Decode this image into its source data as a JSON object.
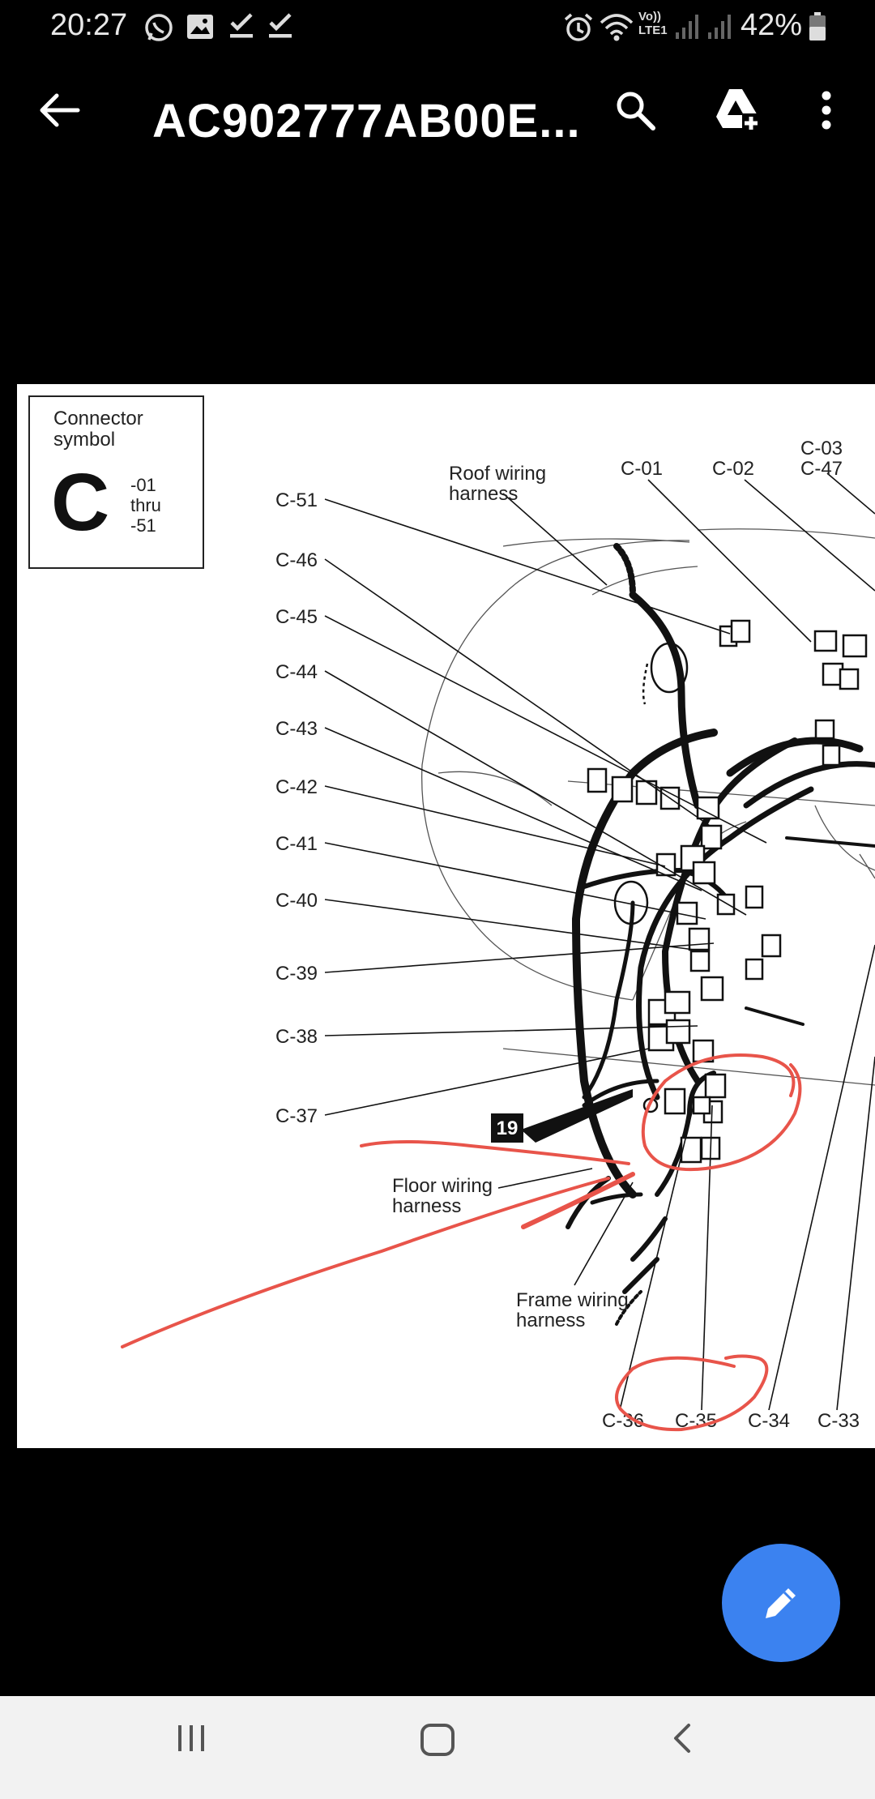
{
  "status_bar": {
    "time": "20:27",
    "battery_percent": "42%",
    "network_label_top": "Vo))",
    "network_label_bottom": "LTE1",
    "left_icons": [
      "whatsapp-icon",
      "image-icon",
      "check-download-icon",
      "check-download-icon"
    ],
    "right_icons": [
      "alarm-icon",
      "wifi-icon",
      "signal-icon",
      "signal-icon",
      "battery-icon"
    ]
  },
  "app_bar": {
    "title": "AC902777AB00E...",
    "icons": [
      "back-arrow-icon",
      "search-icon",
      "drive-add-icon",
      "more-vert-icon"
    ]
  },
  "document": {
    "connector_box": {
      "title_line1": "Connector",
      "title_line2": "symbol",
      "letter": "C",
      "range_line1": "-01",
      "range_line2": "thru",
      "range_line3": "-51"
    },
    "labels": {
      "roof1": "Roof wiring",
      "roof2": "harness",
      "floor1": "Floor wiring",
      "floor2": "harness",
      "frame1": "Frame wiring",
      "frame2": "harness",
      "badge": "19"
    },
    "left_callouts": [
      "C-51",
      "C-46",
      "C-45",
      "C-44",
      "C-43",
      "C-42",
      "C-41",
      "C-40",
      "C-39",
      "C-38",
      "C-37"
    ],
    "top_callouts": [
      "C-01",
      "C-02",
      "C-03",
      "C-47"
    ],
    "bottom_callouts": [
      "C-36",
      "C-35",
      "C-34",
      "C-33"
    ]
  },
  "fab": {
    "icon": "pencil-icon"
  },
  "nav_bar": {
    "icons": [
      "recent-apps-icon",
      "home-icon",
      "back-icon"
    ]
  },
  "colors": {
    "background": "#000000",
    "fab": "#3b82f0",
    "annotation": "#e8544a",
    "nav_bar": "#f2f2f2"
  }
}
